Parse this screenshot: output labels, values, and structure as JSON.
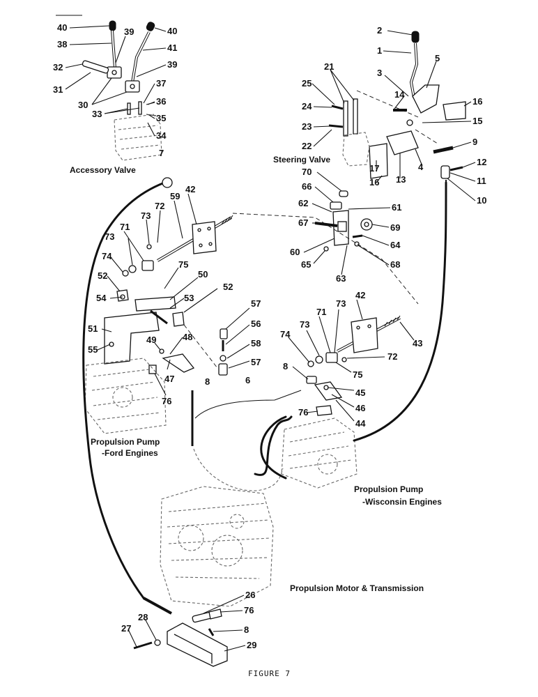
{
  "figure": {
    "caption": "FIGURE 7"
  },
  "captions": {
    "accessory_valve": "Accessory Valve",
    "steering_valve": "Steering Valve",
    "pump_ford_1": "Propulsion Pump",
    "pump_ford_2": "-Ford Engines",
    "pump_wisc_1": "Propulsion Pump",
    "pump_wisc_2": "-Wisconsin Engines",
    "motor_trans": "Propulsion Motor & Transmission"
  },
  "callouts": [
    "40",
    "39",
    "40",
    "38",
    "41",
    "32",
    "39",
    "31",
    "30",
    "37",
    "36",
    "33",
    "35",
    "34",
    "7",
    "2",
    "1",
    "5",
    "3",
    "21",
    "25",
    "14",
    "16",
    "24",
    "15",
    "23",
    "22",
    "9",
    "17",
    "16",
    "13",
    "4",
    "12",
    "11",
    "10",
    "70",
    "66",
    "61",
    "62",
    "69",
    "67",
    "64",
    "60",
    "68",
    "65",
    "63",
    "42",
    "59",
    "72",
    "73",
    "71",
    "73",
    "74",
    "75",
    "50",
    "52",
    "52",
    "53",
    "54",
    "51",
    "55",
    "49",
    "48",
    "47",
    "76",
    "57",
    "56",
    "58",
    "57",
    "8",
    "6",
    "42",
    "43",
    "73",
    "71",
    "73",
    "74",
    "72",
    "75",
    "8",
    "45",
    "46",
    "76",
    "44",
    "26",
    "76",
    "8",
    "27",
    "28",
    "29"
  ]
}
